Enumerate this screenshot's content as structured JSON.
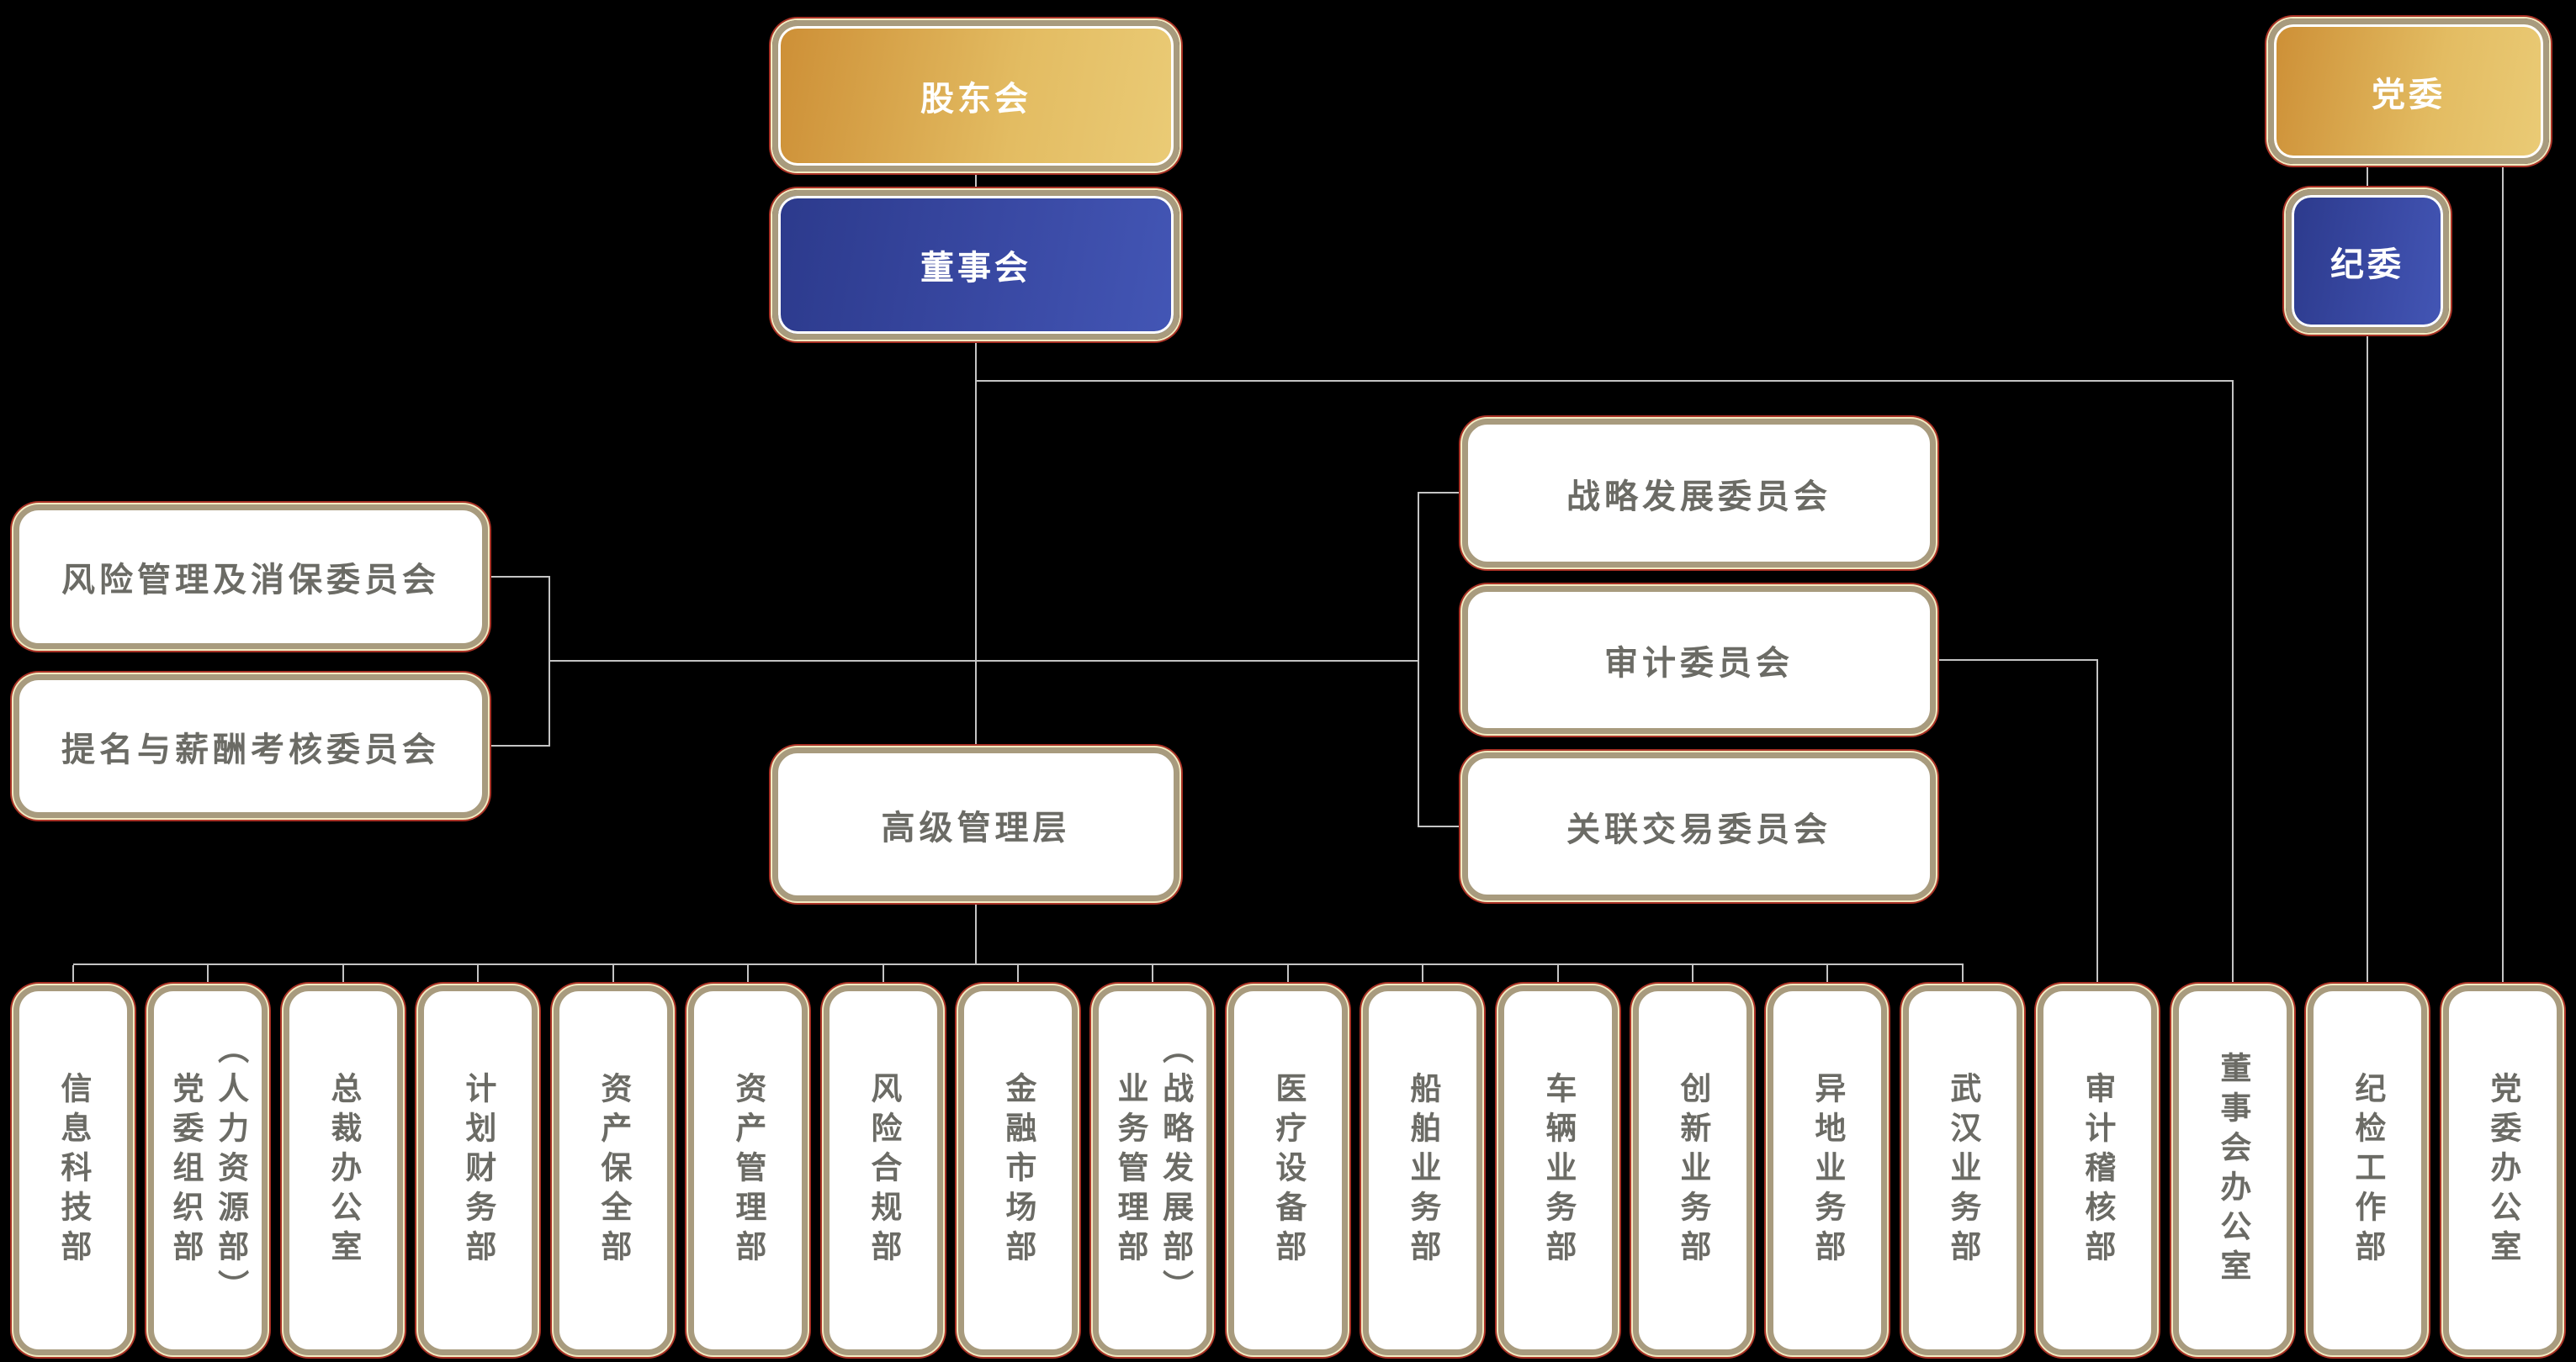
{
  "org_chart": {
    "shareholders": "股东会",
    "board_of_directors": "董事会",
    "party_committee": "党委",
    "discipline_committee": "纪委",
    "senior_management": "高级管理层",
    "left_committees": [
      "风险管理及消保委员会",
      "提名与薪酬考核委员会"
    ],
    "board_committees": [
      "战略发展委员会",
      "审计委员会",
      "关联交易委员会"
    ],
    "departments": [
      "信息科技部",
      "党委组织部\n（人力资源部）",
      "总裁办公室",
      "计划财务部",
      "资产保全部",
      "资产管理部",
      "风险合规部",
      "金融市场部",
      "业务管理部\n（战略发展部）",
      "医疗设备部",
      "船舶业务部",
      "车辆业务部",
      "创新业务部",
      "异地业务部",
      "武汉业务部",
      "审计稽核部",
      "董事会办公室",
      "纪检工作部",
      "党委办公室"
    ]
  },
  "colors": {
    "background": "#000000",
    "gold_gradient_start": "#CD8F36",
    "gold_gradient_end": "#EACB76",
    "blue_gradient_start": "#2C3A8C",
    "blue_gradient_end": "#4356B5",
    "box_border_tan": "#A89B7E",
    "box_border_cream": "#F3EBC2",
    "box_border_red": "#A93226",
    "box_text_gray": "#6B6B65",
    "connector_line": "#C4C4C4"
  }
}
